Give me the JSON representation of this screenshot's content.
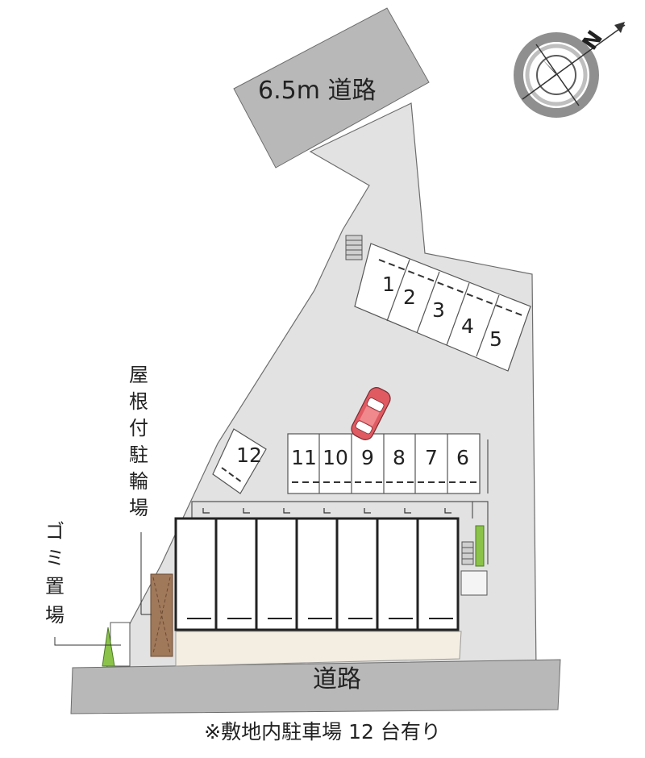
{
  "roads": {
    "north": "6.5m 道路",
    "south": "道路"
  },
  "parking_spaces": [
    "1",
    "2",
    "3",
    "4",
    "5",
    "6",
    "7",
    "8",
    "9",
    "10",
    "11",
    "12"
  ],
  "labels": {
    "bicycle_parking": [
      "屋",
      "根",
      "付",
      "駐",
      "輪",
      "場"
    ],
    "garbage_area": [
      "ゴ",
      "ミ",
      "置",
      "場"
    ]
  },
  "compass": {
    "mark": "N"
  },
  "note": "※敷地内駐車場 12 台有り",
  "colors": {
    "site": "#e2e2e2",
    "road": "#b8b8b8",
    "car": "#e05a62",
    "bike_roof": "#a0785a",
    "garden": "#f4ede2",
    "plants": "#8bc34a"
  }
}
